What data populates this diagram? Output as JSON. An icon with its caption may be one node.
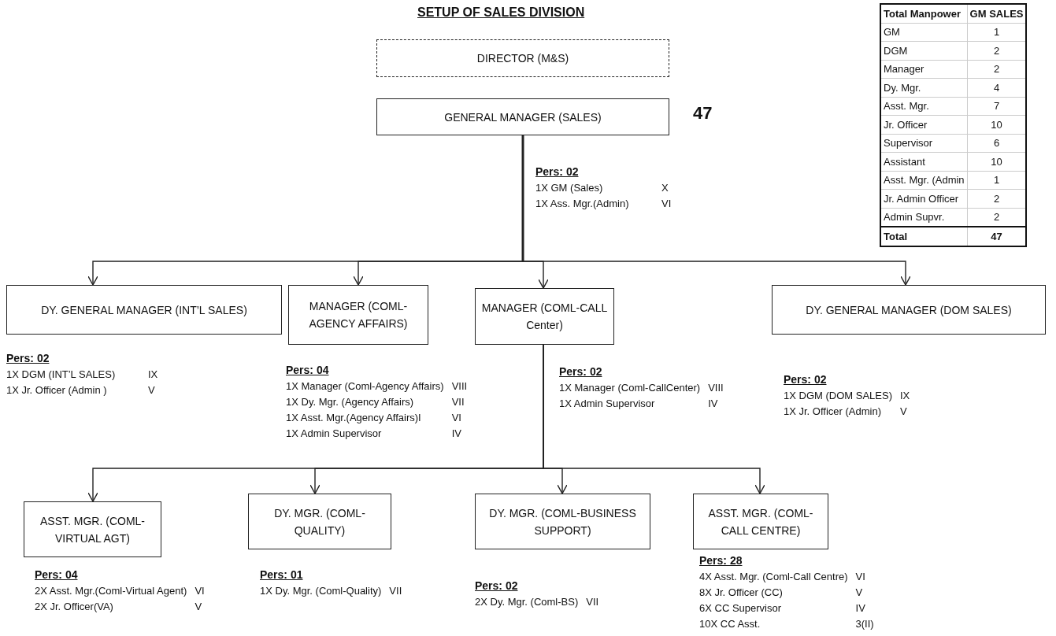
{
  "diagram": {
    "title": "SETUP OF SALES DIVISION",
    "nodes": [
      {
        "text": [
          "DIRECTOR (M&S)"
        ]
      },
      {
        "text": [
          "GENERAL  MANAGER  (SALES)"
        ],
        "beside": [
          "Pers: 02",
          "1X GM (Sales)",
          "X",
          "1X Ass. Mgr.(Admin)",
          "VI"
        ]
      },
      {
        "text": [
          "DY. GENERAL  MANAGER (INT’L SALES)"
        ],
        "beside": [
          "Pers: 02",
          "1X DGM  (INT’L SALES)",
          "IX",
          "1X Jr. Officer (Admin )",
          "V"
        ]
      },
      {
        "text": [
          "MANAGER (COML-AGENCY AFFAIRS)"
        ],
        "beside": [
          "Pers: 04",
          "1X Manager (Coml-Agency Affairs)",
          "VIII",
          "1X Dy. Mgr. (Agency Affairs)",
          "VII",
          "1X Asst. Mgr.(Agency Affairs)I",
          "VI",
          "1X Admin Supervisor",
          "IV"
        ]
      },
      {
        "text": [
          "MANAGER (COML-CALL Center)"
        ],
        "beside": [
          "Pers: 02",
          "1X Manager (Coml-CallCenter)",
          "VIII",
          "1X Admin Supervisor",
          "IV"
        ]
      },
      {
        "text": [
          "DY. GENERAL  MANAGER (DOM SALES)"
        ],
        "beside": [
          "Pers: 02",
          "1X DGM (DOM SALES)",
          "IX",
          "1X Jr. Officer (Admin)",
          "V"
        ]
      },
      {
        "text": [
          "ASST.  MGR. (COML-VIRTUAL AGT)"
        ],
        "beside": [
          "Pers: 04",
          "2X Asst. Mgr.(Coml-Virtual Agent)",
          "VI",
          "2X Jr. Officer(VA)",
          "V"
        ]
      },
      {
        "text": [
          "DY. MGR. (COML-QUALITY)"
        ],
        "beside": [
          "Pers: 01",
          "1X Dy. Mgr. (Coml-Quality)",
          "VII"
        ]
      },
      {
        "text": [
          "DY. MGR. (COML-BUSINESS  SUPPORT)"
        ],
        "beside": [
          "Pers: 02",
          "2X Dy. Mgr. (Coml-BS)",
          "VII"
        ]
      },
      {
        "text": [
          "ASST. MGR. (COML-CALL CENTRE)"
        ],
        "beside": [
          "Pers: 28",
          "4X Asst. Mgr. (Coml-Call Centre)",
          "VI",
          "8X Jr. Officer (CC)",
          "V",
          "6X CC Supervisor",
          "IV",
          "10X CC Asst.",
          "3(II)"
        ]
      }
    ],
    "edges": [
      {
        "from": 1,
        "to": 2,
        "arrow": "to"
      },
      {
        "from": 1,
        "to": 3,
        "arrow": "to"
      },
      {
        "from": 1,
        "to": 4,
        "arrow": "to"
      },
      {
        "from": 1,
        "to": 5,
        "arrow": "to"
      },
      {
        "from": 4,
        "to": 6,
        "arrow": "to"
      },
      {
        "from": 4,
        "to": 7,
        "arrow": "to"
      },
      {
        "from": 4,
        "to": 8,
        "arrow": "to"
      },
      {
        "from": 4,
        "to": 9,
        "arrow": "to"
      }
    ],
    "labels": [
      "47",
      "Total Manpower",
      "GM SALES",
      "GM",
      "1",
      "DGM",
      "2",
      "Manager",
      "2",
      "Dy. Mgr.",
      "4",
      "Asst. Mgr.",
      "7",
      "Jr. Officer",
      "10",
      "Supervisor",
      "6",
      "Assistant",
      "10",
      "Asst. Mgr. (Admin",
      "1",
      "Jr. Admin Officer",
      "2",
      "Admin Supvr.",
      "2",
      "Total",
      "47"
    ]
  }
}
